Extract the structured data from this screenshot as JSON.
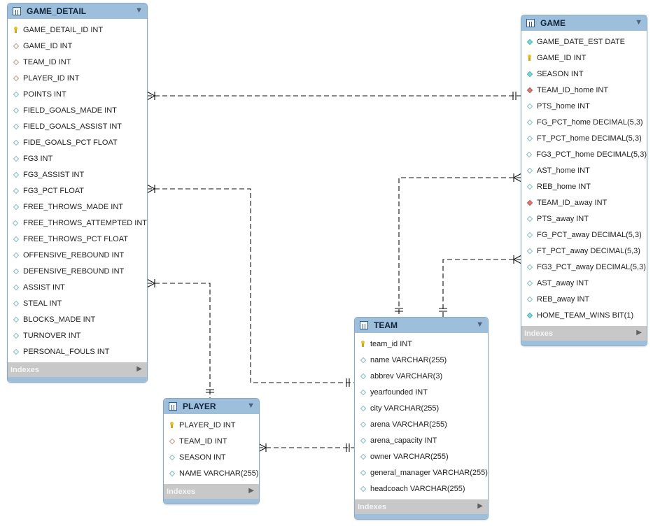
{
  "tables": {
    "game_detail": {
      "name": "GAME_DETAIL",
      "indexes_label": "Indexes",
      "columns": [
        {
          "text": "GAME_DETAIL_ID INT",
          "icon": "primary-key"
        },
        {
          "text": "GAME_ID INT",
          "icon": "foreign-key"
        },
        {
          "text": "TEAM_ID INT",
          "icon": "foreign-key"
        },
        {
          "text": "PLAYER_ID INT",
          "icon": "foreign-key"
        },
        {
          "text": "POINTS INT",
          "icon": "column"
        },
        {
          "text": "FIELD_GOALS_MADE INT",
          "icon": "column"
        },
        {
          "text": "FIELD_GOALS_ASSIST INT",
          "icon": "column"
        },
        {
          "text": "FIDE_GOALS_PCT FLOAT",
          "icon": "column"
        },
        {
          "text": "FG3 INT",
          "icon": "column"
        },
        {
          "text": "FG3_ASSIST INT",
          "icon": "column"
        },
        {
          "text": "FG3_PCT FLOAT",
          "icon": "column"
        },
        {
          "text": "FREE_THROWS_MADE INT",
          "icon": "column"
        },
        {
          "text": "FREE_THROWS_ATTEMPTED INT",
          "icon": "column"
        },
        {
          "text": "FREE_THROWS_PCT FLOAT",
          "icon": "column"
        },
        {
          "text": "OFFENSIVE_REBOUND INT",
          "icon": "column"
        },
        {
          "text": "DEFENSIVE_REBOUND INT",
          "icon": "column"
        },
        {
          "text": "ASSIST INT",
          "icon": "column"
        },
        {
          "text": "STEAL INT",
          "icon": "column"
        },
        {
          "text": "BLOCKS_MADE INT",
          "icon": "column"
        },
        {
          "text": "TURNOVER INT",
          "icon": "column"
        },
        {
          "text": "PERSONAL_FOULS INT",
          "icon": "column"
        }
      ]
    },
    "game": {
      "name": "GAME",
      "indexes_label": "Indexes",
      "columns": [
        {
          "text": "GAME_DATE_EST DATE",
          "icon": "not-null-column"
        },
        {
          "text": "GAME_ID INT",
          "icon": "primary-key"
        },
        {
          "text": "SEASON INT",
          "icon": "not-null-column"
        },
        {
          "text": "TEAM_ID_home INT",
          "icon": "foreign-key-not-null"
        },
        {
          "text": "PTS_home INT",
          "icon": "column"
        },
        {
          "text": "FG_PCT_home DECIMAL(5,3)",
          "icon": "column"
        },
        {
          "text": "FT_PCT_home DECIMAL(5,3)",
          "icon": "column"
        },
        {
          "text": "FG3_PCT_home DECIMAL(5,3)",
          "icon": "column"
        },
        {
          "text": "AST_home INT",
          "icon": "column"
        },
        {
          "text": "REB_home INT",
          "icon": "column"
        },
        {
          "text": "TEAM_ID_away INT",
          "icon": "foreign-key-not-null"
        },
        {
          "text": "PTS_away INT",
          "icon": "column"
        },
        {
          "text": "FG_PCT_away DECIMAL(5,3)",
          "icon": "column"
        },
        {
          "text": "FT_PCT_away DECIMAL(5,3)",
          "icon": "column"
        },
        {
          "text": "FG3_PCT_away DECIMAL(5,3)",
          "icon": "column"
        },
        {
          "text": "AST_away INT",
          "icon": "column"
        },
        {
          "text": "REB_away INT",
          "icon": "column"
        },
        {
          "text": "HOME_TEAM_WINS BIT(1)",
          "icon": "not-null-column"
        }
      ]
    },
    "team": {
      "name": "TEAM",
      "indexes_label": "Indexes",
      "columns": [
        {
          "text": "team_id INT",
          "icon": "primary-key"
        },
        {
          "text": "name VARCHAR(255)",
          "icon": "column"
        },
        {
          "text": "abbrev VARCHAR(3)",
          "icon": "column"
        },
        {
          "text": "yearfounded INT",
          "icon": "column"
        },
        {
          "text": "city VARCHAR(255)",
          "icon": "column"
        },
        {
          "text": "arena VARCHAR(255)",
          "icon": "column"
        },
        {
          "text": "arena_capacity INT",
          "icon": "column"
        },
        {
          "text": "owner VARCHAR(255)",
          "icon": "column"
        },
        {
          "text": "general_manager VARCHAR(255)",
          "icon": "column"
        },
        {
          "text": "headcoach VARCHAR(255)",
          "icon": "column"
        }
      ]
    },
    "player": {
      "name": "PLAYER",
      "indexes_label": "Indexes",
      "columns": [
        {
          "text": "PLAYER_ID INT",
          "icon": "primary-key"
        },
        {
          "text": "TEAM_ID INT",
          "icon": "foreign-key"
        },
        {
          "text": "SEASON INT",
          "icon": "column"
        },
        {
          "text": "NAME VARCHAR(255)",
          "icon": "column"
        }
      ]
    }
  },
  "relationships": [
    {
      "from": "GAME_DETAIL",
      "to": "GAME",
      "type": "many-to-one"
    },
    {
      "from": "GAME_DETAIL",
      "to": "TEAM",
      "type": "many-to-one"
    },
    {
      "from": "GAME_DETAIL",
      "to": "PLAYER",
      "type": "many-to-one"
    },
    {
      "from": "GAME",
      "to": "TEAM",
      "type": "many-to-one",
      "via": "TEAM_ID_home"
    },
    {
      "from": "GAME",
      "to": "TEAM",
      "type": "many-to-one",
      "via": "TEAM_ID_away"
    },
    {
      "from": "PLAYER",
      "to": "TEAM",
      "type": "many-to-one"
    }
  ],
  "colors": {
    "header": "#9dbfdc",
    "indexes_bar": "#c8c8c8",
    "connector": "#111111"
  }
}
